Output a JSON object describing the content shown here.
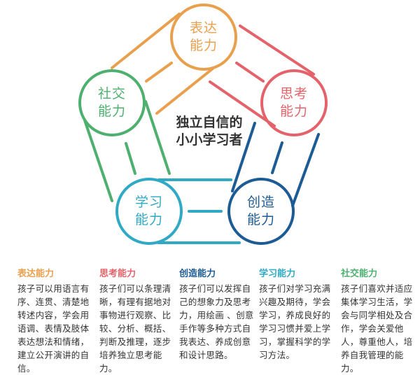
{
  "diagram": {
    "center_title": [
      "独立自信的",
      "小小学习者"
    ],
    "nodes": [
      {
        "id": "expression",
        "label_line1": "表达",
        "label_line2": "能力",
        "color": "#E9A04E"
      },
      {
        "id": "thinking",
        "label_line1": "思考",
        "label_line2": "能力",
        "color": "#E4636A"
      },
      {
        "id": "creativity",
        "label_line1": "创造",
        "label_line2": "能力",
        "color": "#1C5B93"
      },
      {
        "id": "learning",
        "label_line1": "学习",
        "label_line2": "能力",
        "color": "#2FA9C4"
      },
      {
        "id": "social",
        "label_line1": "社交",
        "label_line2": "能力",
        "color": "#4DB06E"
      }
    ]
  },
  "descriptions": [
    {
      "title": "表达能力",
      "color": "#E9A04E",
      "body": "孩子可以用语言有序、连贯、清楚地转述内容，学会用语调、表情及肢体表达想法和情绪，建立公开演讲的自信。"
    },
    {
      "title": "思考能力",
      "color": "#E4636A",
      "body": "孩子们可以条理清晰，有理有据地对事物进行观察、比较、分析、概括、判断及推理，逐步培养独立思考能力。"
    },
    {
      "title": "创造能力",
      "color": "#1C5B93",
      "body": "孩子们可以发挥自己的想象力及思考力，用绘画 、创意手作等多种方式自我表达、养成创意和设计思路。"
    },
    {
      "title": "学习能力",
      "color": "#2FA9C4",
      "body": "孩子们对学习充满兴趣及期待，学会学习，养成良好的学习习惯并爱上学习，掌握科学的学习方法。"
    },
    {
      "title": "社交能力",
      "color": "#4DB06E",
      "body": "孩子们喜欢并适应集体学习生活，学会与同学相处及合作，学会关爱他人，尊重他人，培养自我管理的能力。"
    }
  ]
}
